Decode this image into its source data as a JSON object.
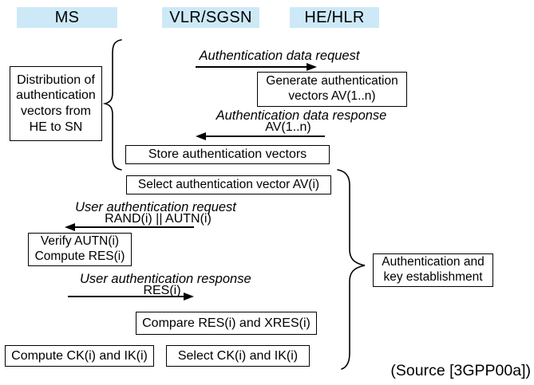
{
  "columns": [
    {
      "label": "MS"
    },
    {
      "label": "VLR/SGSN"
    },
    {
      "label": "HE/HLR"
    }
  ],
  "colors": {
    "header_bg": "#cde9f7",
    "line": "#000000",
    "text": "#000000"
  },
  "boxes": {
    "distribution": "Distribution of\nauthentication\nvectors from\nHE to SN",
    "generate": "Generate authentication\nvectors AV(1..n)",
    "store": "Store authentication vectors",
    "select_av": "Select authentication vector AV(i)",
    "verify": "Verify AUTN(i)\nCompute RES(i)",
    "compare": "Compare RES(i) and XRES(i)",
    "compute_ck": "Compute CK(i) and IK(i)",
    "select_ck": "Select CK(i) and IK(i)",
    "auth_key": "Authentication and\nkey establishment"
  },
  "messages": [
    {
      "label": "Authentication data request",
      "direction": "right"
    },
    {
      "label": "Authentication data response",
      "sub": "AV(1..n)",
      "direction": "left"
    },
    {
      "label": "User authentication request",
      "sub": "RAND(i) || AUTN(i)",
      "direction": "left"
    },
    {
      "label": "User authentication response",
      "sub": "RES(i)",
      "direction": "right"
    }
  ],
  "source_note": "(Source [3GPP00a])"
}
